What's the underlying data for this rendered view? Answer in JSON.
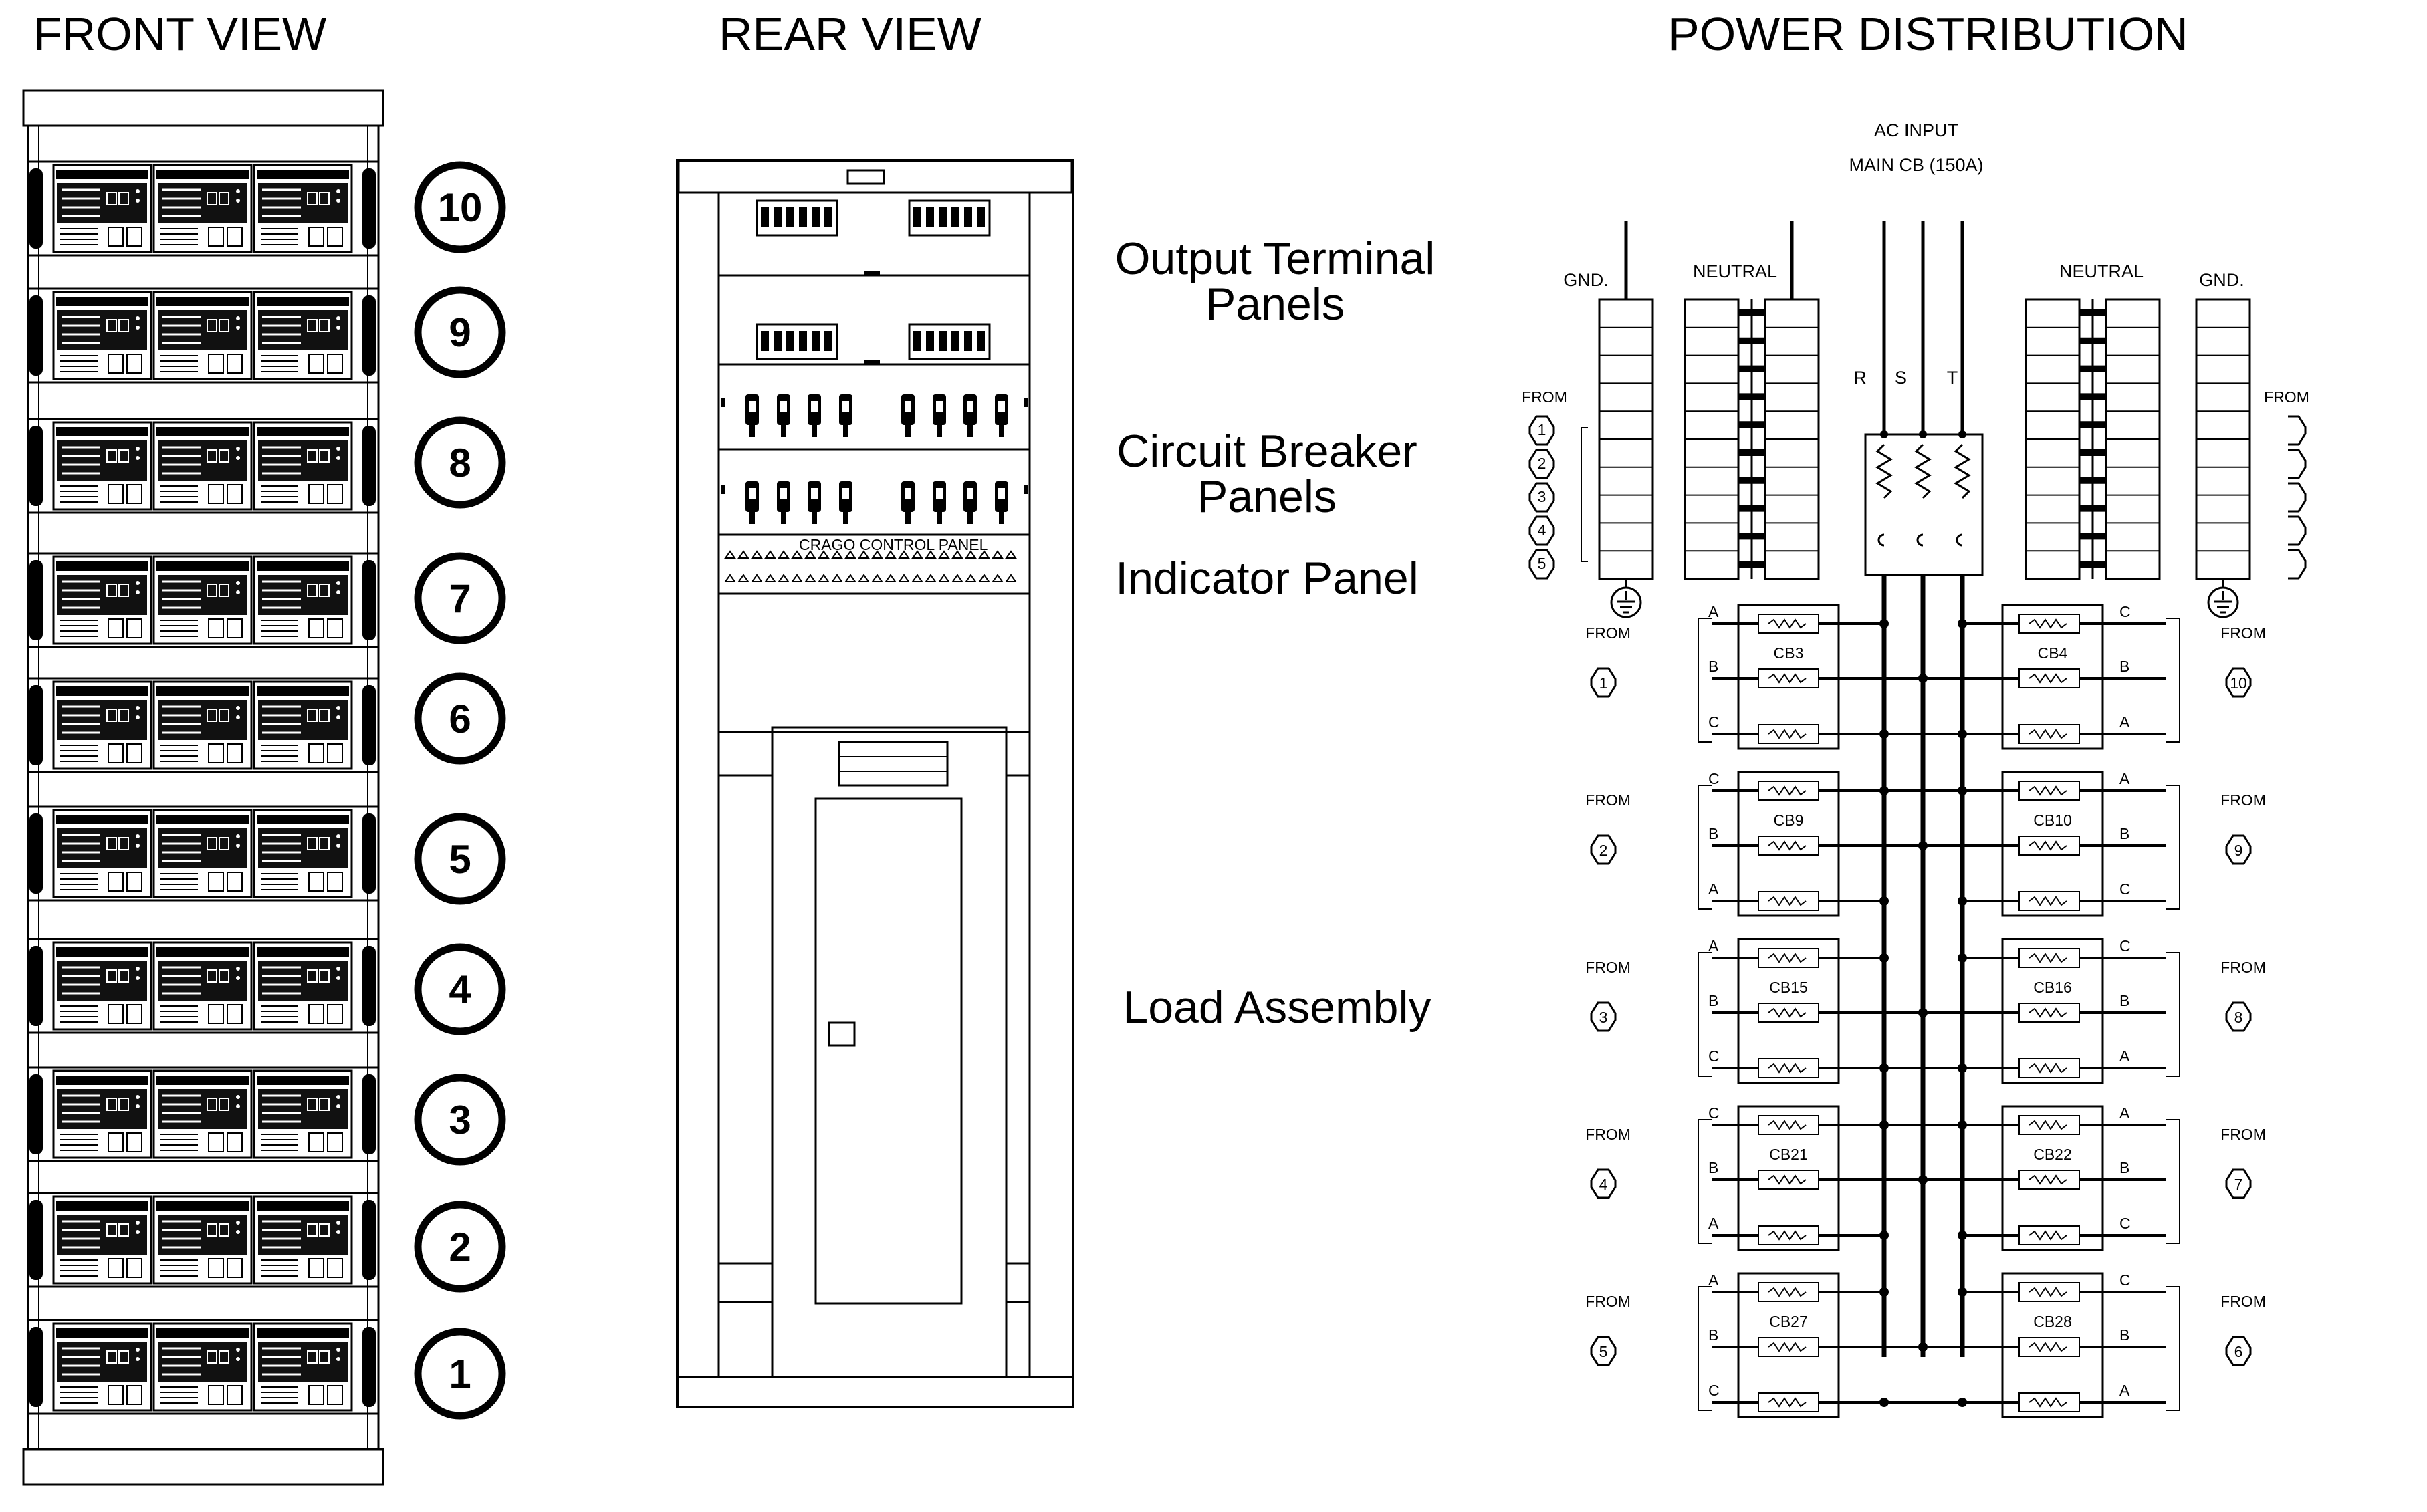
{
  "titles": {
    "front": "FRONT VIEW",
    "rear": "REAR VIEW",
    "power": "POWER DISTRIBUTION"
  },
  "front_view": {
    "units": [
      "10",
      "9",
      "8",
      "7",
      "6",
      "5",
      "4",
      "3",
      "2",
      "1"
    ]
  },
  "rear_view": {
    "output_terminal": [
      "Output Terminal",
      "Panels"
    ],
    "circuit_breaker": [
      "Circuit Breaker",
      "Panels"
    ],
    "indicator": "Indicator Panel",
    "load": "Load Assembly",
    "control_panel_text": "CRAGO CONTROL PANEL"
  },
  "power_distribution": {
    "ac_input": "AC INPUT",
    "main_cb": "MAIN CB (150A)",
    "gnd": "GND.",
    "neutral": "NEUTRAL",
    "phases": [
      "R",
      "S",
      "T"
    ],
    "from": "FROM",
    "top_from_numbers": [
      "1",
      "2",
      "3",
      "4",
      "5"
    ],
    "groups": [
      {
        "left_from": "1",
        "right_from": "10",
        "left_cb": "CB3",
        "right_cb": "CB4",
        "left_phases": [
          "A",
          "B",
          "C"
        ],
        "right_phases": [
          "C",
          "B",
          "A"
        ]
      },
      {
        "left_from": "2",
        "right_from": "9",
        "left_cb": "CB9",
        "right_cb": "CB10",
        "left_phases": [
          "C",
          "B",
          "A"
        ],
        "right_phases": [
          "A",
          "B",
          "C"
        ]
      },
      {
        "left_from": "3",
        "right_from": "8",
        "left_cb": "CB15",
        "right_cb": "CB16",
        "left_phases": [
          "A",
          "B",
          "C"
        ],
        "right_phases": [
          "C",
          "B",
          "A"
        ]
      },
      {
        "left_from": "4",
        "right_from": "7",
        "left_cb": "CB21",
        "right_cb": "CB22",
        "left_phases": [
          "C",
          "B",
          "A"
        ],
        "right_phases": [
          "A",
          "B",
          "C"
        ]
      },
      {
        "left_from": "5",
        "right_from": "6",
        "left_cb": "CB27",
        "right_cb": "CB28",
        "left_phases": [
          "A",
          "B",
          "C"
        ],
        "right_phases": [
          "C",
          "B",
          "A"
        ]
      }
    ]
  }
}
